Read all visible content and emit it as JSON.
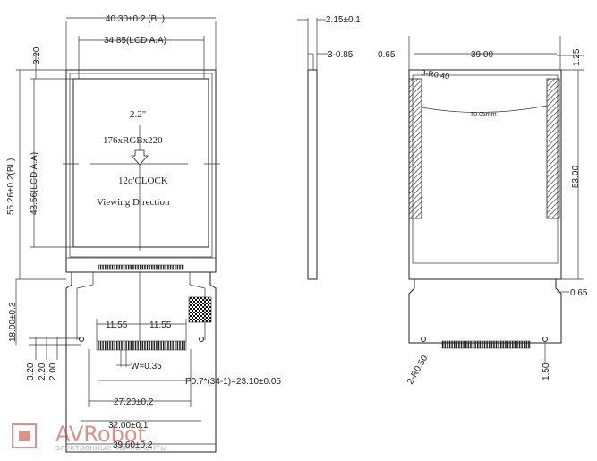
{
  "front": {
    "bl_width": "40.30±0.2 (BL)",
    "lcd_aa_width": "34.85(LCD A.A)",
    "top_offset": "3.20",
    "bl_height": "55.26±0.2(BL)",
    "lcd_aa_height": "43.56(LCD A.A)",
    "fpc_length": "18.00±0.3",
    "size": "2.2\"",
    "resolution": "176xRGBx220",
    "orientation": "12o'CLOCK",
    "viewing": "Viewing Direction",
    "left_pad": "11.55",
    "right_pad": "11.55",
    "pin_width": "W=0.35",
    "pitch": "P0.7*(34-1)=23.10±0.05",
    "fpc_inner": "27.20±0.2",
    "fpc_mid": "32.00±0.1",
    "fpc_outer": "39.60±0.2",
    "dim_320": "3.20",
    "dim_220": "2.20",
    "dim_200": "2.00"
  },
  "side": {
    "thickness": "2.15±0.1",
    "glass": "3-0.85"
  },
  "back": {
    "offset_left": "0.65",
    "width": "39.00",
    "top": "1.25",
    "radius": "3-R0.40",
    "height": "53.00",
    "tape": "0.65",
    "holes": "2-R0.50",
    "hole_offset": "1.50",
    "tape_note": "T0.05mm"
  },
  "watermark": {
    "brand": "AVRobot",
    "tagline": "электронные компоненты"
  }
}
